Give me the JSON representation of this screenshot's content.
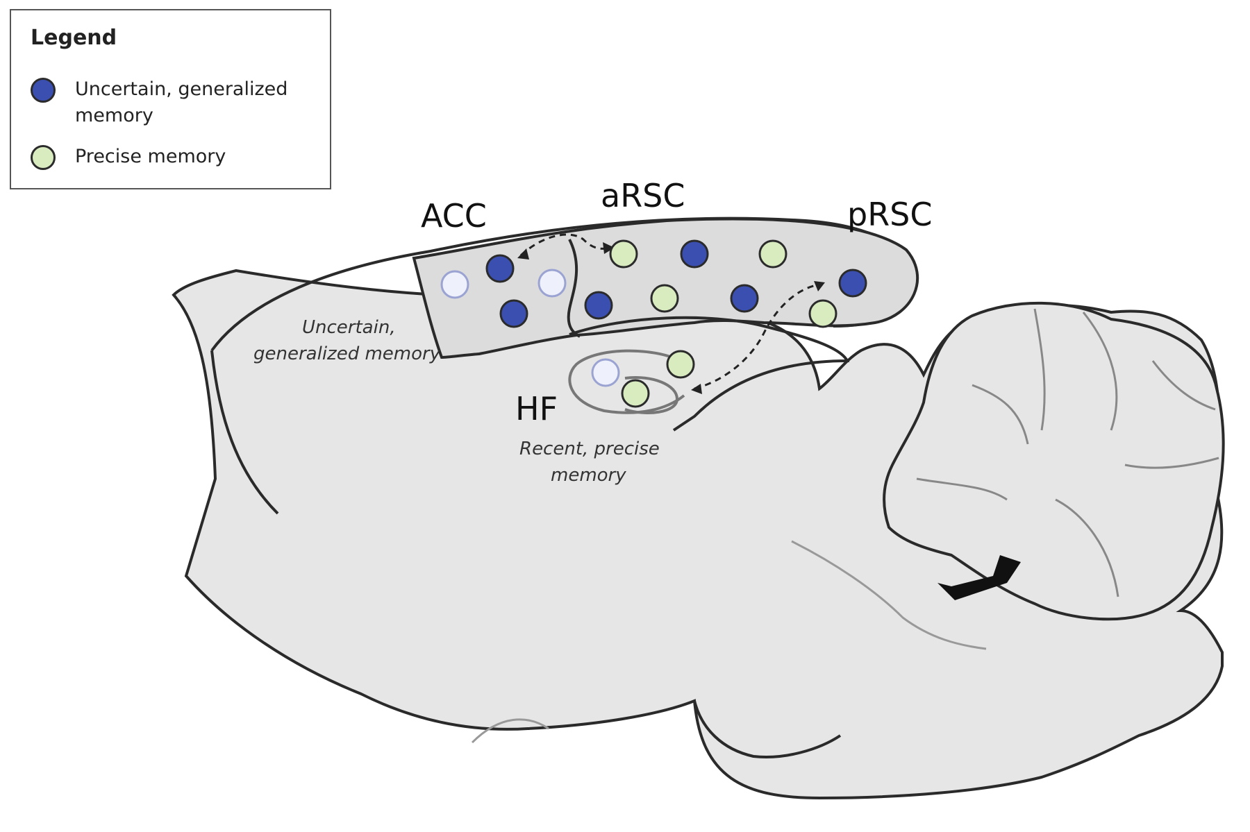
{
  "legend": {
    "title": "Legend",
    "items": [
      {
        "label": "Uncertain, generalized memory",
        "color": "#3a4fb0"
      },
      {
        "label": "Precise memory",
        "color": "#d9ecc0"
      }
    ]
  },
  "regions": {
    "acc": "ACC",
    "arsc": "aRSC",
    "prsc": "pRSC",
    "hf": "HF"
  },
  "annotations": {
    "cortex_line1": "Uncertain,",
    "cortex_line2": "generalized memory",
    "hf_line1": "Recent, precise",
    "hf_line2": "memory"
  },
  "colors": {
    "generalized": "#3a4fb0",
    "precise": "#d9ecc0",
    "faded": "#eef0fb",
    "brain_fill": "#e6e6e6",
    "region_fill": "#dcdcdc"
  }
}
